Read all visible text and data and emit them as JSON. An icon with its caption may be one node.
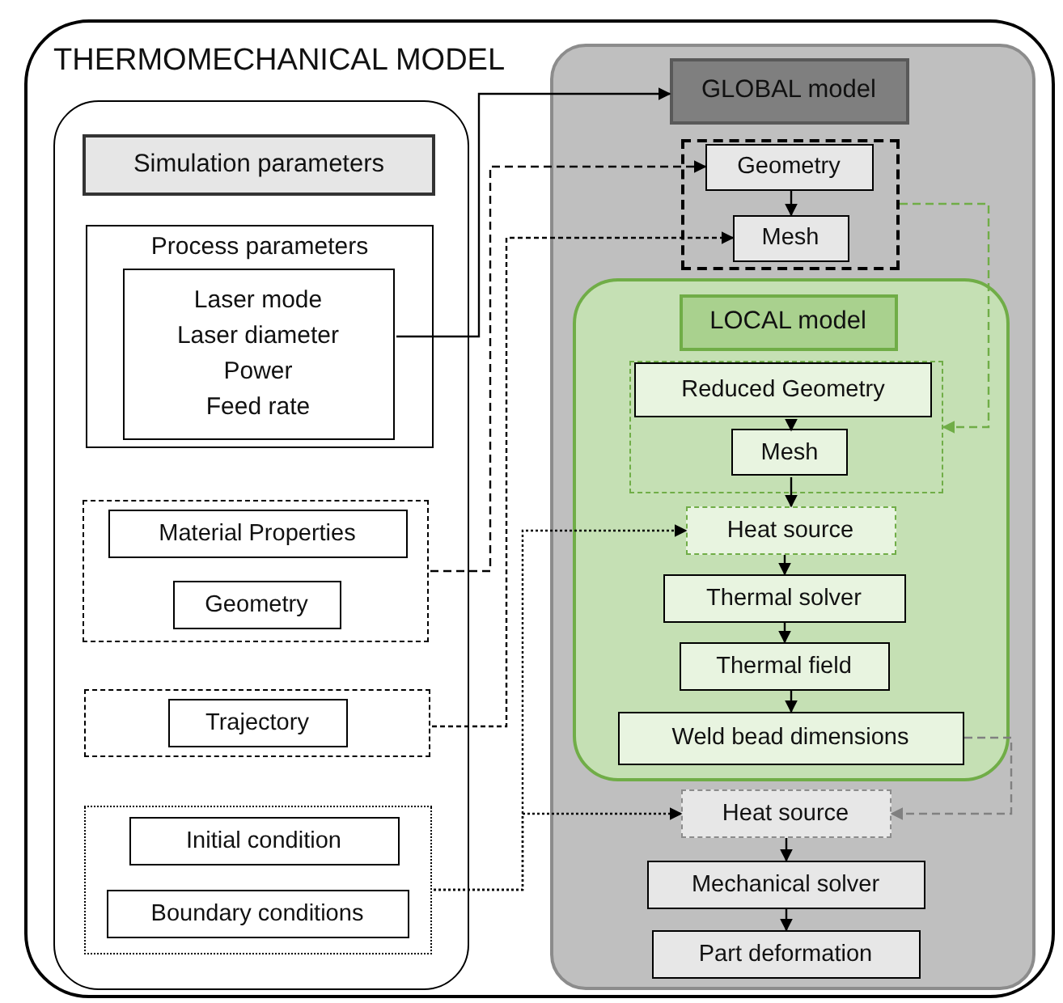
{
  "diagram": {
    "nodes": [
      {
        "text": [
          "THERMOMECHANICAL MODEL"
        ]
      },
      {
        "text": [],
        "shape": "box",
        "in": 0
      },
      {
        "text": [
          "Simulation parameters"
        ],
        "in": 1
      },
      {
        "text": [
          "Process parameters"
        ],
        "in": 1
      },
      {
        "text": [
          "Laser mode",
          "Laser diameter",
          "Power",
          "Feed rate"
        ],
        "in": 3
      },
      {
        "text": [],
        "shape": "box",
        "in": 1
      },
      {
        "text": [
          "Material Properties"
        ],
        "in": 5
      },
      {
        "text": [
          "Geometry"
        ],
        "in": 5
      },
      {
        "text": [],
        "shape": "box",
        "in": 1
      },
      {
        "text": [
          "Trajectory"
        ],
        "in": 8
      },
      {
        "text": [],
        "shape": "box",
        "in": 1
      },
      {
        "text": [
          "Initial condition"
        ],
        "in": 10
      },
      {
        "text": [
          "Boundary conditions"
        ],
        "in": 10
      },
      {
        "text": [],
        "shape": "box",
        "in": 0
      },
      {
        "text": [
          "GLOBAL model"
        ],
        "in": 13
      },
      {
        "text": [],
        "shape": "box",
        "in": 13
      },
      {
        "text": [
          "Geometry"
        ],
        "in": 15
      },
      {
        "text": [
          "Mesh"
        ],
        "in": 15
      },
      {
        "text": [],
        "shape": "box",
        "in": 13
      },
      {
        "text": [
          "LOCAL model"
        ],
        "in": 18
      },
      {
        "text": [],
        "shape": "box",
        "in": 18
      },
      {
        "text": [
          "Reduced Geometry"
        ],
        "in": 20
      },
      {
        "text": [
          "Mesh"
        ],
        "in": 20
      },
      {
        "text": [
          "Heat source"
        ],
        "in": 18
      },
      {
        "text": [
          "Thermal solver"
        ],
        "in": 18
      },
      {
        "text": [
          "Thermal field"
        ],
        "in": 18
      },
      {
        "text": [
          "Weld bead dimensions"
        ],
        "in": 18
      },
      {
        "text": [
          "Heat source"
        ],
        "in": 13
      },
      {
        "text": [
          "Mechanical solver"
        ],
        "in": 13
      },
      {
        "text": [
          "Part deformation"
        ],
        "in": 13
      }
    ],
    "edges": [
      {
        "from": 4,
        "to": 14,
        "arrow": "to"
      },
      {
        "from": 5,
        "to": 16,
        "arrow": "to",
        "style": "dashed"
      },
      {
        "from": 8,
        "to": 17,
        "arrow": "to",
        "style": "dashed"
      },
      {
        "from": 10,
        "to": 23,
        "arrow": "to",
        "style": "dashed"
      },
      {
        "from": 10,
        "to": 27,
        "arrow": "to",
        "style": "dashed"
      },
      {
        "from": 15,
        "to": 20,
        "arrow": "to",
        "style": "dashed",
        "color": "#70ad47"
      },
      {
        "from": 26,
        "to": 27,
        "arrow": "to",
        "style": "dashed",
        "color": "#808080"
      },
      {
        "from": 16,
        "to": 17,
        "arrow": "to"
      },
      {
        "from": 21,
        "to": 22,
        "arrow": "to"
      },
      {
        "from": 22,
        "to": 23,
        "arrow": "to"
      },
      {
        "from": 23,
        "to": 24,
        "arrow": "to"
      },
      {
        "from": 24,
        "to": 25,
        "arrow": "to"
      },
      {
        "from": 25,
        "to": 26,
        "arrow": "to"
      },
      {
        "from": 27,
        "to": 28,
        "arrow": "to"
      },
      {
        "from": 28,
        "to": 29,
        "arrow": "to"
      }
    ]
  }
}
